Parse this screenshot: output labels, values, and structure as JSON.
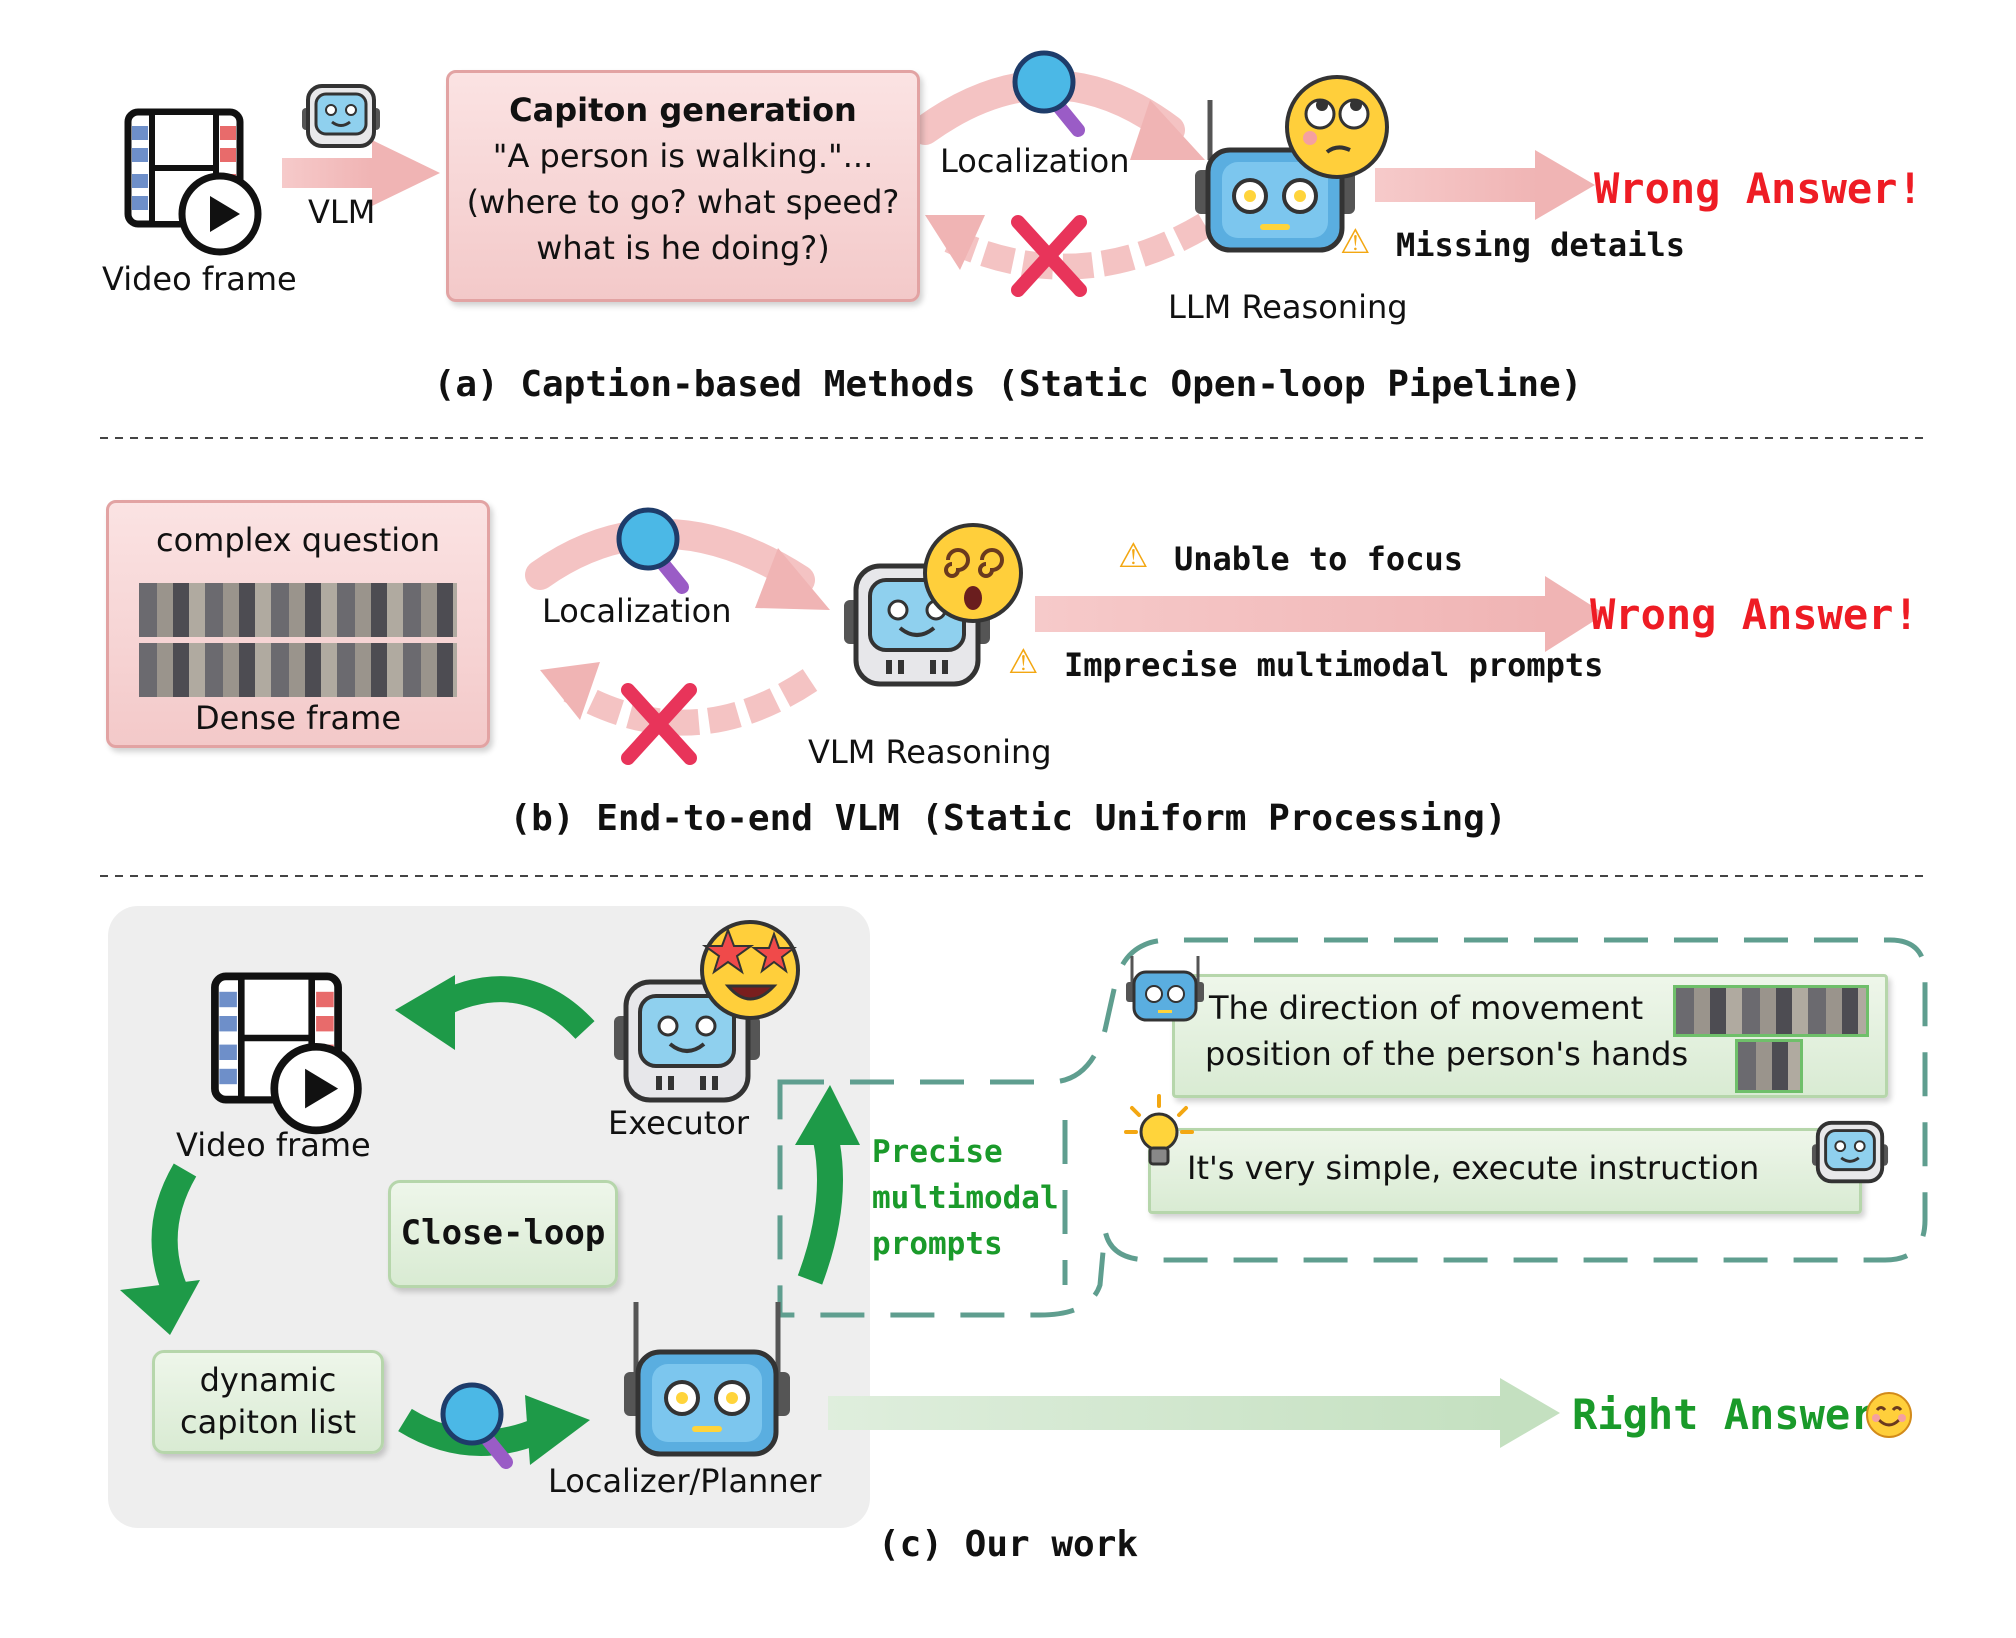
{
  "section_a": {
    "video_frame_label": "Video frame",
    "vlm_label": "VLM",
    "caption_title": "Capiton generation",
    "caption_line1": "\"A person is walking.\"...",
    "caption_line2": "(where to go? what speed?",
    "caption_line3": "what is he doing?)",
    "localization_label": "Localization",
    "reasoner_label": "LLM Reasoning",
    "warning_text": "Missing details",
    "answer": "Wrong Answer!",
    "title": "(a) Caption-based Methods (Static Open-loop Pipeline)"
  },
  "section_b": {
    "question_label": "complex question",
    "dense_label": "Dense frame",
    "localization_label": "Localization",
    "reasoner_label": "VLM Reasoning",
    "warning1": "Unable to focus",
    "warning2": "Imprecise multimodal prompts",
    "answer": "Wrong Answer!",
    "title": "(b) End-to-end VLM (Static Uniform Processing)"
  },
  "section_c": {
    "video_frame_label": "Video frame",
    "executor_label": "Executor",
    "close_loop_label": "Close-loop",
    "caption_list_line1": "dynamic",
    "caption_list_line2": "capiton list",
    "planner_label": "Localizer/Planner",
    "prompts_line1": "Precise",
    "prompts_line2": "multimodal",
    "prompts_line3": "prompts",
    "bubble1_line1": "The direction of movement",
    "bubble1_line2": "position of the person's hands",
    "bubble2_text": "It's very simple, execute instruction",
    "answer": "Right Answer",
    "title": "(c) Our work"
  },
  "colors": {
    "wrong": "#ee1c24",
    "right": "#1a9a2a",
    "prompts": "#1a9a2a",
    "cross": "#e8345a"
  }
}
